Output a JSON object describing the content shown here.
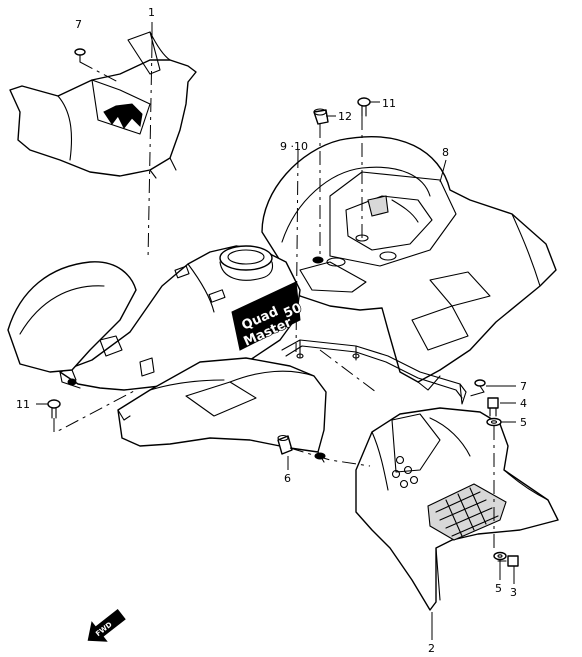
{
  "callouts": {
    "c1": "1",
    "c2": "2",
    "c3": "3",
    "c4": "4",
    "c5a": "5",
    "c5b": "5",
    "c6": "6",
    "c7a": "7",
    "c7b": "7",
    "c8": "8",
    "c9_10": "9 ·10",
    "c11a": "11",
    "c11b": "11",
    "c12": "12"
  },
  "decal": {
    "line1": "Quad",
    "line2": "Master",
    "line3": "50"
  },
  "fwd_label": "FWD"
}
